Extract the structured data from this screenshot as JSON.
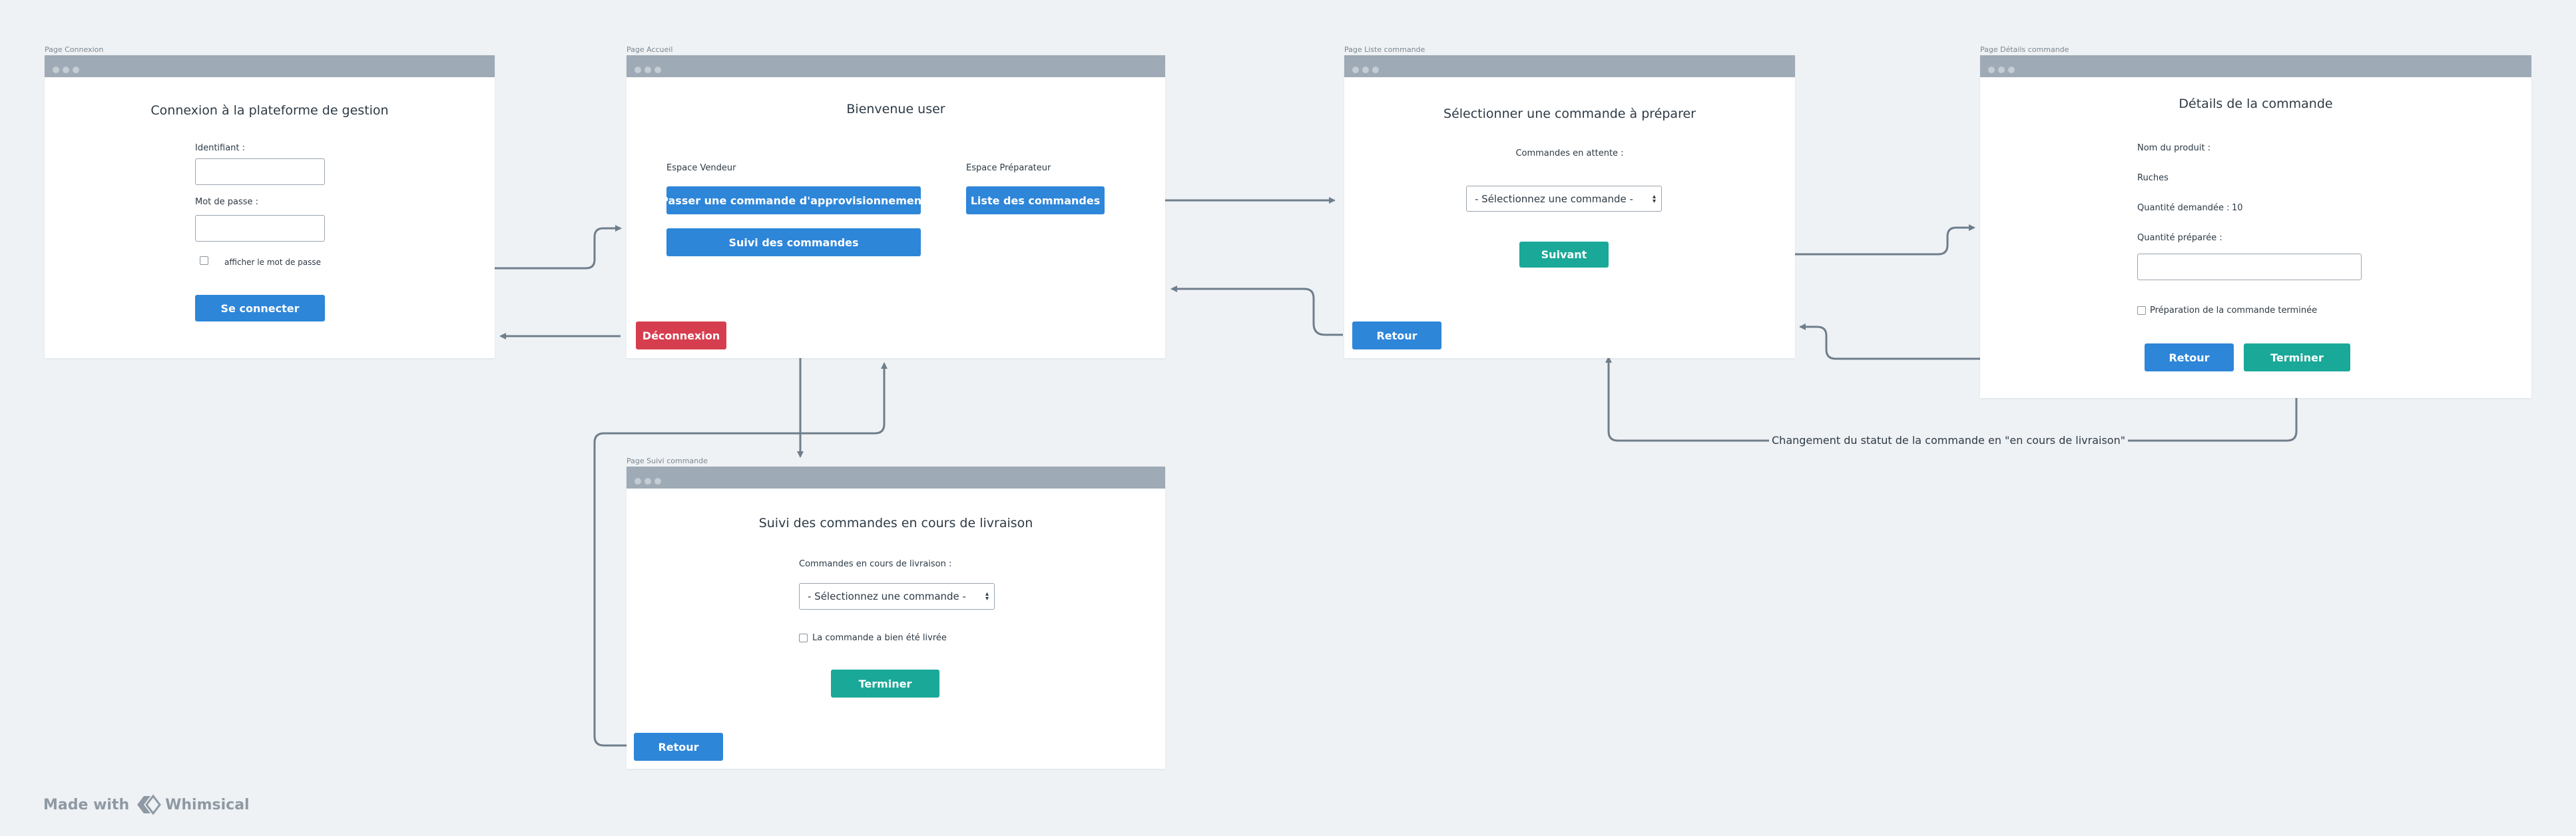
{
  "frames": {
    "connexion": {
      "label": "Page Connexion",
      "title": "Connexion à la plateforme de gestion",
      "identifiant_label": "Identifiant :",
      "password_label": "Mot de passe :",
      "show_password_label": "afficher le mot de passe",
      "login_button": "Se connecter"
    },
    "accueil": {
      "label": "Page Accueil",
      "title": "Bienvenue user",
      "vendeur_label": "Espace Vendeur",
      "preparateur_label": "Espace Préparateur",
      "passer_commande_button": "Passer une commande d'approvisionnement",
      "suivi_button": "Suivi des commandes",
      "liste_button": "Liste des commandes",
      "logout_button": "Déconnexion"
    },
    "liste": {
      "label": "Page Liste commande",
      "title": "Sélectionner une commande à préparer",
      "pending_label": "Commandes en attente :",
      "select_value": "- Sélectionnez une commande -",
      "next_button": "Suivant",
      "back_button": "Retour"
    },
    "details": {
      "label": "Page Détails commande",
      "title": "Détails de la commande",
      "product_label": "Nom du produit :",
      "product_value": "Ruches",
      "qty_requested_label": "Quantité demandée :",
      "qty_requested_value": "10",
      "qty_prepared_label": "Quantité préparée :",
      "done_label": "Préparation de la commande terminée",
      "back_button": "Retour",
      "finish_button": "Terminer"
    },
    "suivi": {
      "label": "Page Suivi commande",
      "title": "Suivi des commandes en cours de livraison",
      "in_delivery_label": "Commandes en cours de livraison :",
      "select_value": "- Sélectionnez une commande -",
      "delivered_label": "La commande a bien été livrée",
      "finish_button": "Terminer",
      "back_button": "Retour"
    }
  },
  "connector_label": "Changement du statut de la commande en \"en cours de livraison\"",
  "branding": {
    "made_with": "Made with",
    "brand": "Whimsical"
  },
  "colors": {
    "primary": "#2e86d9",
    "success": "#1aa898",
    "danger": "#d63e4f",
    "connector": "#6f7e8b",
    "titlebar": "#9eaab5"
  }
}
